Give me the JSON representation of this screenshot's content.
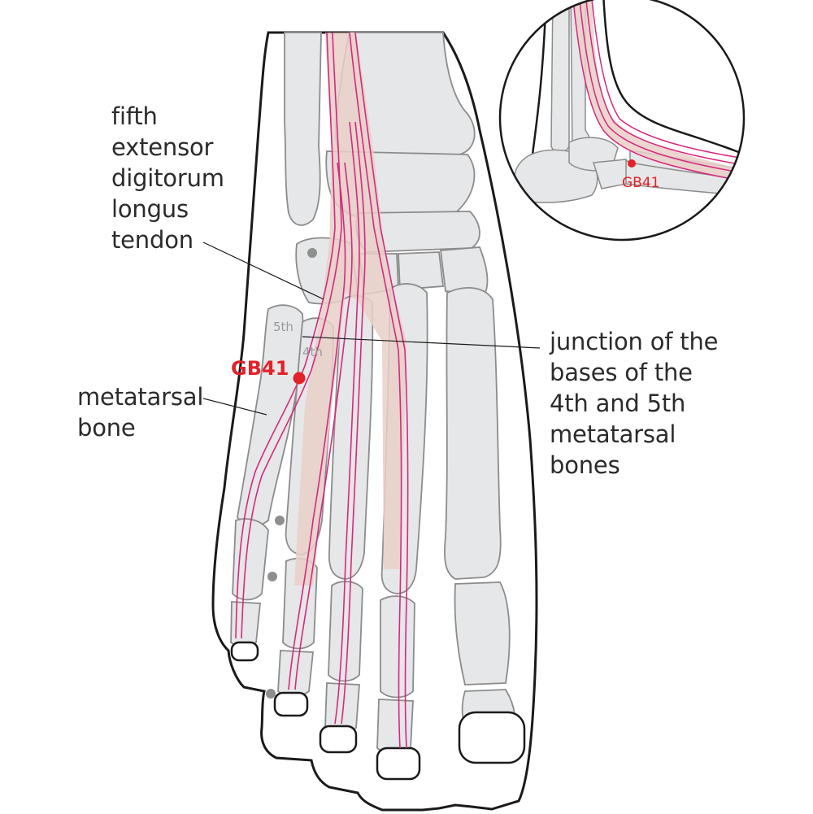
{
  "labels": {
    "tendon": [
      "fifth",
      "extensor",
      "digitorum",
      "longus",
      "tendon"
    ],
    "metatarsal": [
      "metatarsal",
      "bone"
    ],
    "junction": [
      "junction of the",
      "bases of the",
      "4th and 5th",
      "metatarsal",
      "bones"
    ]
  },
  "bone_tags": {
    "fifth": "5th",
    "fourth": "4th"
  },
  "point": {
    "name": "GB41",
    "inset_name": "GB41"
  },
  "colors": {
    "bone_fill": "#e6e7e8",
    "bone_outline": "#8c8c8c",
    "skin_outline": "#1a1a1a",
    "tendon_fill": "#e8cfc8",
    "tendon_line": "#d6297e",
    "acupoint": "#e2222a",
    "reference_dot": "#8e8e8e",
    "label_text": "#2b2b2b"
  },
  "icons": [
    "acupoint-marker-icon",
    "reference-dot-icon"
  ]
}
